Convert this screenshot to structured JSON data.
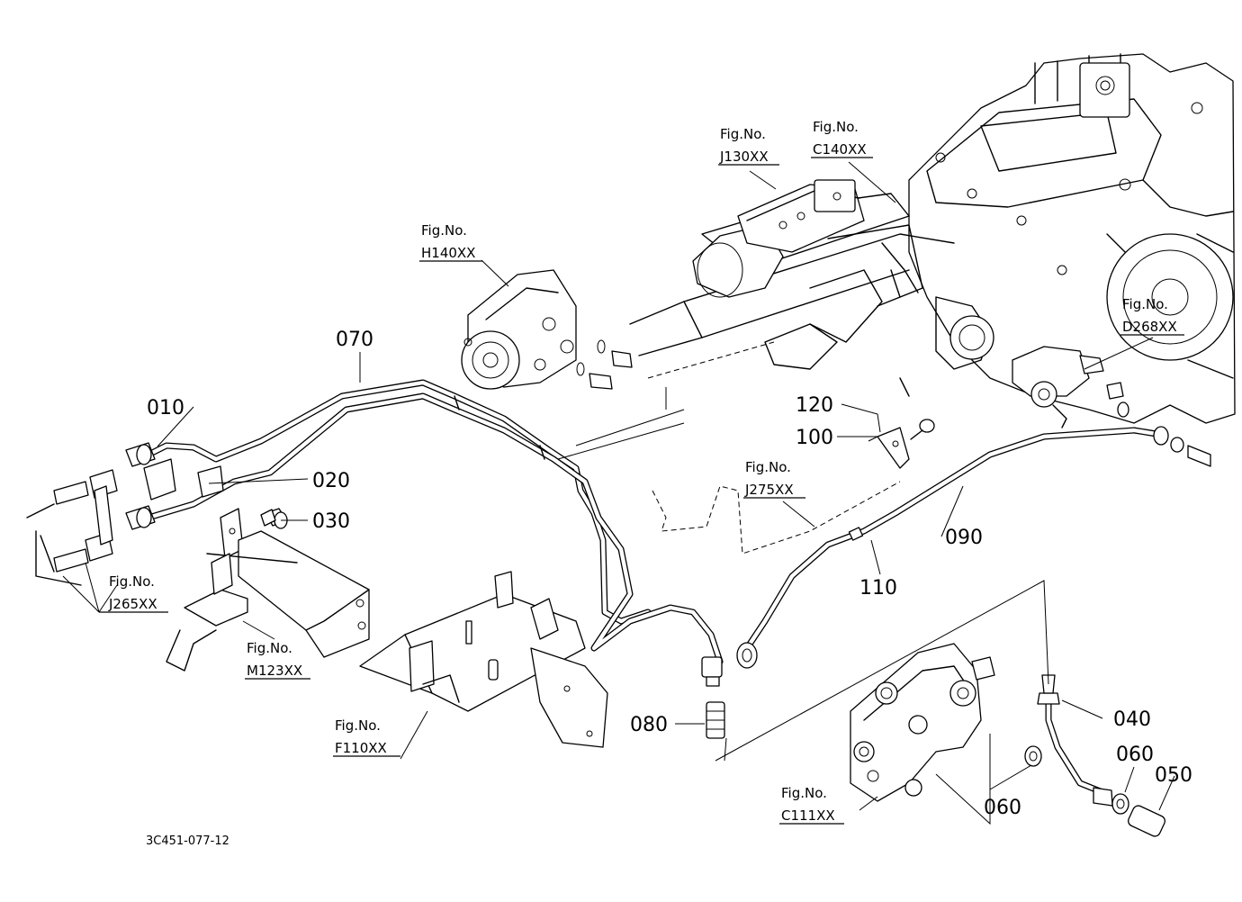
{
  "callouts": {
    "p010": "010",
    "p020": "020",
    "p030": "030",
    "p040": "040",
    "p050": "050",
    "p060a": "060",
    "p060b": "060",
    "p070": "070",
    "p080": "080",
    "p090": "090",
    "p100": "100",
    "p110": "110",
    "p120": "120"
  },
  "figure_refs": {
    "j130": {
      "label": "Fig.No.",
      "code": "J130XX"
    },
    "c140": {
      "label": "Fig.No.",
      "code": "C140XX"
    },
    "h140": {
      "label": "Fig.No.",
      "code": "H140XX"
    },
    "d268": {
      "label": "Fig.No.",
      "code": "D268XX"
    },
    "j275": {
      "label": "Fig.No.",
      "code": "J275XX"
    },
    "j265": {
      "label": "Fig.No.",
      "code": "J265XX"
    },
    "m123": {
      "label": "Fig.No.",
      "code": "M123XX"
    },
    "f110": {
      "label": "Fig.No.",
      "code": "F110XX"
    },
    "c111": {
      "label": "Fig.No.",
      "code": "C111XX"
    }
  },
  "drawing_code": "3C451-077-12"
}
